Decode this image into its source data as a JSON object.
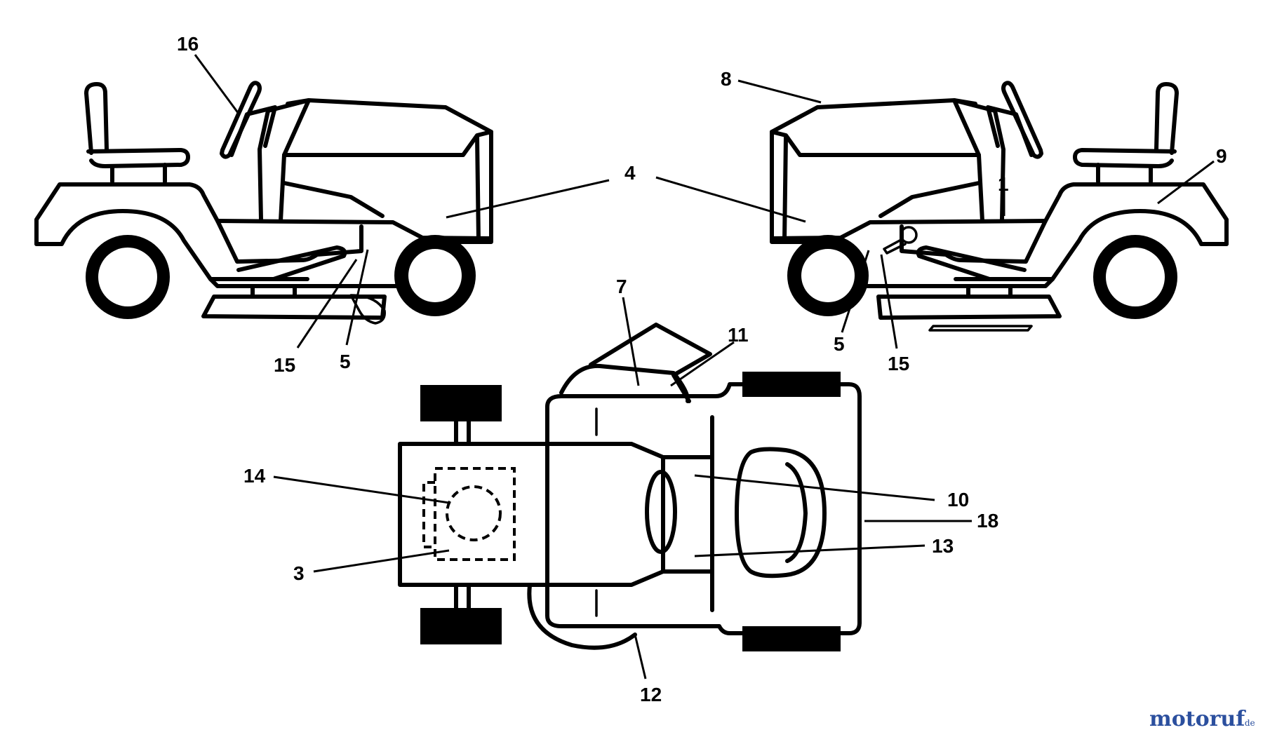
{
  "labels": {
    "c16": "16",
    "c8": "8",
    "c4": "4",
    "c9": "9",
    "c1": "1",
    "c7": "7",
    "c11": "11",
    "c15a": "15",
    "c5a": "5",
    "c5b": "5",
    "c15b": "15",
    "c14": "14",
    "c10": "10",
    "c18": "18",
    "c13": "13",
    "c3": "3",
    "c12": "12"
  },
  "watermark": {
    "text_main": "motoruf",
    "text_suffix": ".de",
    "color_main": "#2b4f9e",
    "color_accent": "#c0392b"
  },
  "icons": {
    "left_tractor": "lawn-tractor-side-view-left",
    "right_tractor": "lawn-tractor-side-view-right",
    "top_tractor": "lawn-tractor-top-view"
  }
}
